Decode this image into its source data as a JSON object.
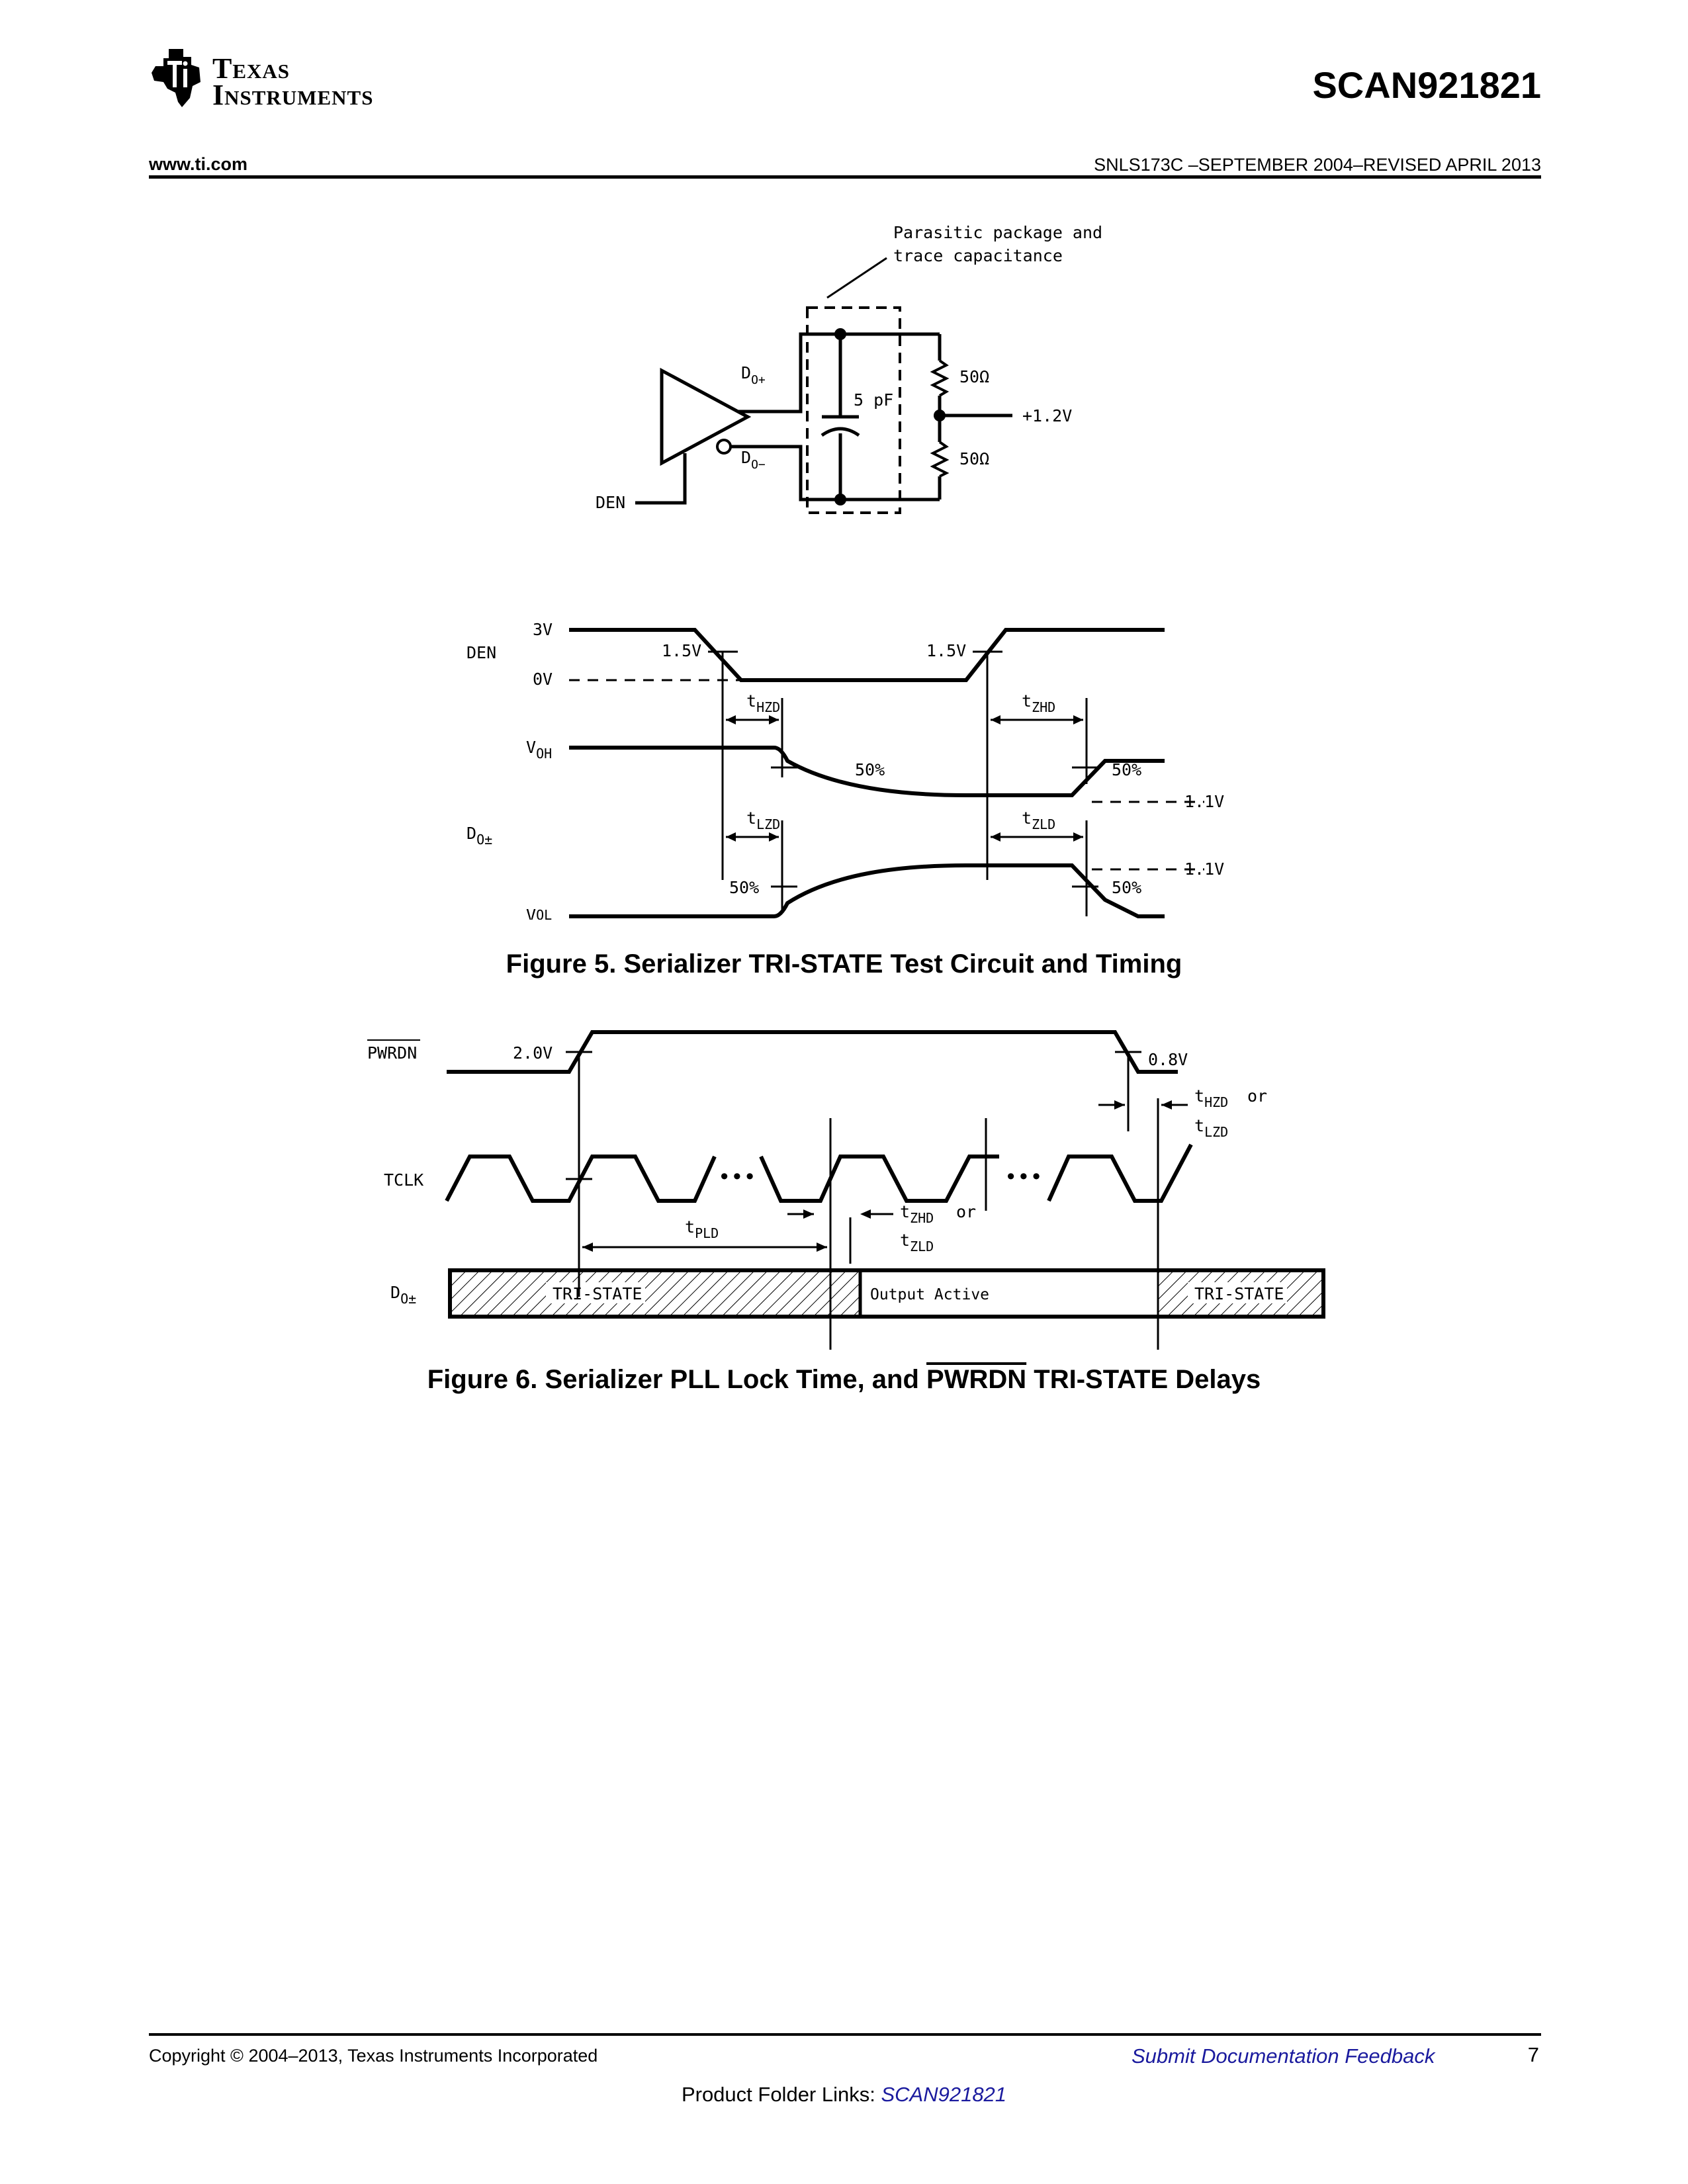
{
  "header": {
    "company_line1": "Texas",
    "company_line2": "Instruments",
    "part_number": "SCAN921821",
    "website": "www.ti.com",
    "doc_id": "SNLS173C –SEPTEMBER 2004–REVISED APRIL 2013"
  },
  "figure5": {
    "circuit": {
      "parasitic_note_line1": "Parasitic package and",
      "parasitic_note_line2": "trace capacitance",
      "do_plus": "D",
      "do_plus_sub": "O+",
      "do_minus": "D",
      "do_minus_sub": "O−",
      "cap_label": "5 pF",
      "res_top": "50Ω",
      "res_bottom": "50Ω",
      "supply": "+1.2V",
      "den": "DEN"
    },
    "timing": {
      "den_label": "DEN",
      "v_3v": "3V",
      "v_0v": "0V",
      "th_left": "1.5V",
      "th_right": "1.5V",
      "t_hzd": "t",
      "t_hzd_sub": "HZD",
      "t_zhd": "t",
      "t_zhd_sub": "ZHD",
      "t_lzd": "t",
      "t_lzd_sub": "LZD",
      "t_zld": "t",
      "t_zld_sub": "ZLD",
      "voh": "V",
      "voh_sub": "OH",
      "vol": "V",
      "vol_sub": "OL",
      "do_pm": "D",
      "do_pm_sub": "O±",
      "pct_1": "50%",
      "pct_2": "50%",
      "pct_3": "50%",
      "pct_4": "50%",
      "v_1_1_top": "1.1V",
      "v_1_1_bottom": "1.1V"
    },
    "caption": "Figure 5.  Serializer TRI-STATE Test Circuit and Timing"
  },
  "figure6": {
    "pwrdn": "PWRDN",
    "v_2_0": "2.0V",
    "v_0_8": "0.8V",
    "t_hzd_or": "t",
    "t_hzd_or_sub": "HZD",
    "or_1": "or",
    "t_lzd": "t",
    "t_lzd_sub": "LZD",
    "tclk": "TCLK",
    "dots": "•••",
    "t_pld": "t",
    "t_pld_sub": "PLD",
    "t_zhd": "t",
    "t_zhd_sub": "ZHD",
    "or_2": "or",
    "t_zld": "t",
    "t_zld_sub": "ZLD",
    "do_pm": "D",
    "do_pm_sub": "O±",
    "tri_state_left": "TRI-STATE",
    "output_active": "Output Active",
    "tri_state_right": "TRI-STATE",
    "caption_pre": "Figure 6.  Serializer PLL Lock Time, and ",
    "caption_overline": "PWRDN",
    "caption_post": " TRI-STATE Delays"
  },
  "footer": {
    "copyright": "Copyright © 2004–2013, Texas Instruments Incorporated",
    "feedback_link": "Submit Documentation Feedback",
    "page_number": "7",
    "folder_label": "Product Folder Links: ",
    "folder_link": "SCAN921821"
  }
}
